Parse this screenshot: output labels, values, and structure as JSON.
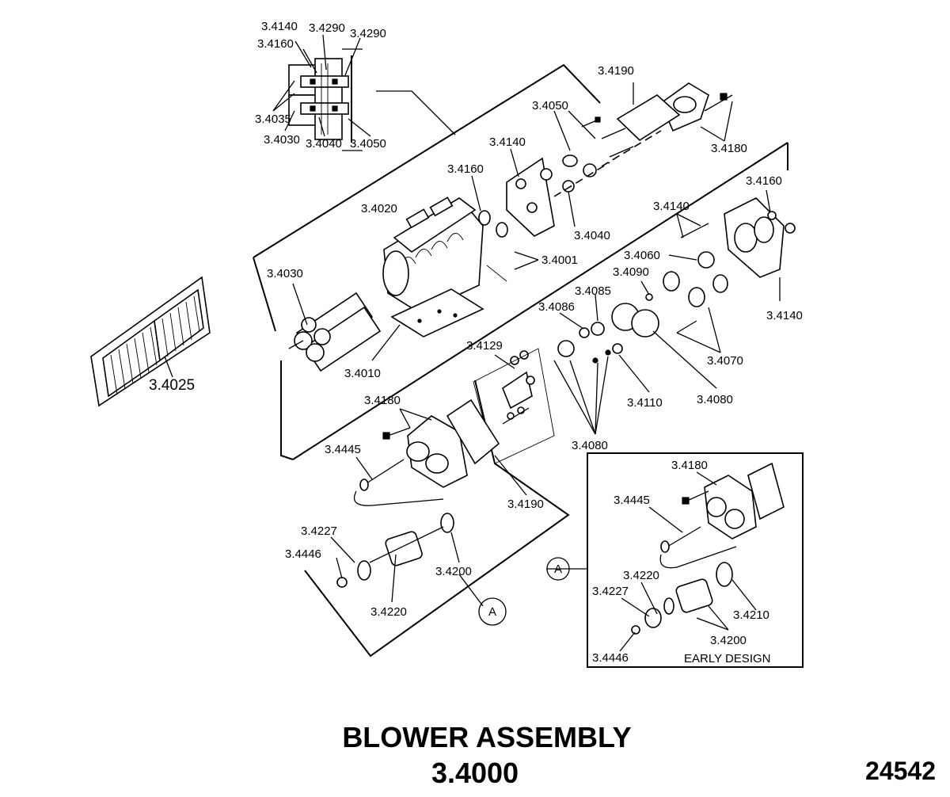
{
  "title": "BLOWER ASSEMBLY",
  "assembly_number": "3.4000",
  "drawing_number": "24542",
  "callouts": {
    "c1": "3.4140",
    "c2": "3.4290",
    "c3": "3.4290",
    "c4": "3.4160",
    "c5": "3.4035",
    "c6": "3.4030",
    "c7": "3.4040",
    "c8": "3.4050",
    "c9": "3.4190",
    "c10": "3.4050",
    "c11": "3.4180",
    "c12": "3.4140",
    "c13": "3.4160",
    "c14": "3.4020",
    "c15": "3.4040",
    "c16": "3.4001",
    "c17": "3.4160",
    "c18": "3.4140",
    "c19": "3.4060",
    "c20": "3.4030",
    "c21": "3.4090",
    "c22": "3.4085",
    "c23": "3.4140",
    "c24": "3.4086",
    "c25": "3.4070",
    "c26": "3.4010",
    "c27": "3.4129",
    "c28": "3.4110",
    "c29": "3.4080",
    "c30": "3.4025",
    "c31": "3.4180",
    "c32": "3.4080",
    "c33": "3.4445",
    "c34": "3.4190",
    "c35": "3.4180",
    "c36": "3.4445",
    "c37": "3.4227",
    "c38": "3.4446",
    "c39": "3.4200",
    "c40": "3.4220",
    "c41": "3.4220",
    "c42": "3.4227",
    "c43": "3.4210",
    "c44": "3.4200",
    "c45": "3.4446"
  },
  "detail_marker_a": "A",
  "inset_marker_a": "A",
  "inset_caption": "EARLY DESIGN"
}
